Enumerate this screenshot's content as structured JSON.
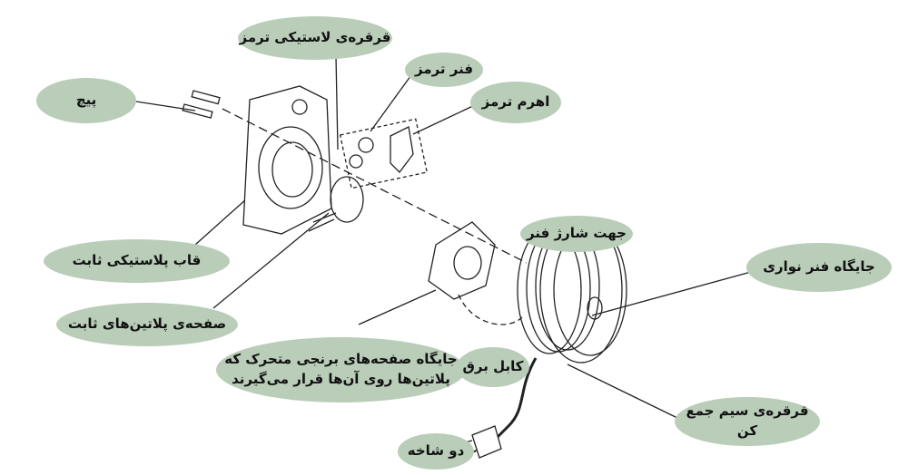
{
  "labels": {
    "screw": "پیچ",
    "brake_rubber_pulley": "قرقره‌ی لاستیکی ترمز",
    "brake_spring": "فنر ترمز",
    "brake_lever": "اهرم ترمز",
    "fixed_plastic_frame": "قاب پلاستیکی ثابت",
    "fixed_platinum_plate": "صفحه‌ی پلاتین‌های ثابت",
    "spring_charge_direction": "جهت شارژ فنر",
    "band_spring_seat": "جایگاه فنر نواری",
    "moving_brass_plates_seat_line1": "جایگاه صفحه‌های برنجی متحرک که",
    "moving_brass_plates_seat_line2": "پلاتین‌ها روی آن‌ها قرار می‌گیرند",
    "power_cable": "کابل برق",
    "cord_reel": "قرقره‌ی سیم جمع کن",
    "plug": "دو شاخه"
  },
  "colors": {
    "label_bg": "#b9cdb9",
    "line": "#222222"
  }
}
